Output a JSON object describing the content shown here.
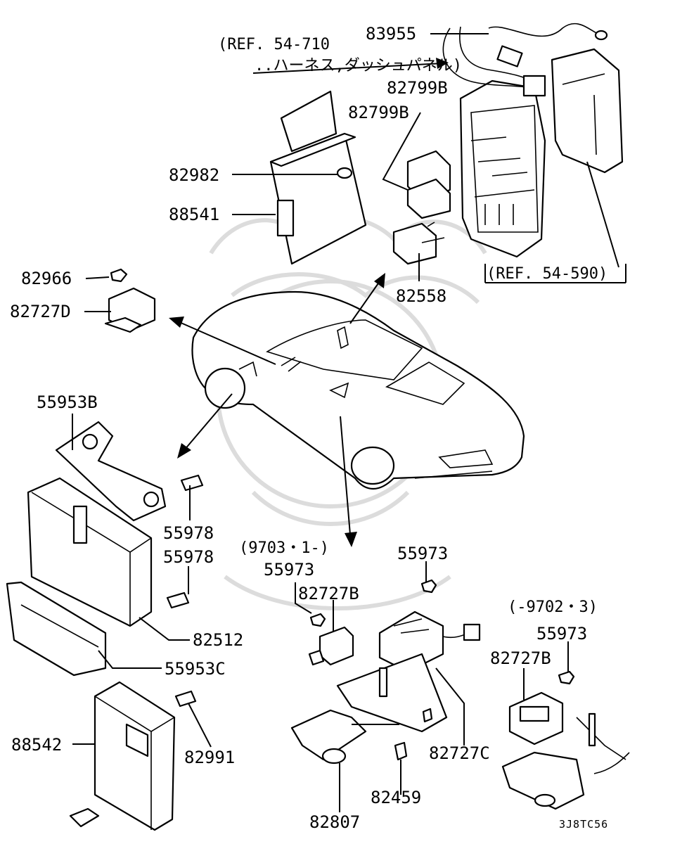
{
  "diagram": {
    "code": "3J8TC56",
    "references": {
      "harness_ref": "(REF. 54-710",
      "harness_ref_sub": "..ハーネス,ダッシュパネル)",
      "junction_ref": "(REF. 54-590)",
      "date_from": "(9703・1-)",
      "date_to": "(-9702・3)"
    },
    "labels": {
      "p83955": "83955",
      "p82799b_1": "82799B",
      "p82799b_2": "82799B",
      "p82982": "82982",
      "p88541": "88541",
      "p82558": "82558",
      "p82966": "82966",
      "p82727d": "82727D",
      "p55953b": "55953B",
      "p55978_1": "55978",
      "p55978_2": "55978",
      "p82512": "82512",
      "p55953c": "55953C",
      "p88542": "88542",
      "p82991": "82991",
      "p55973_1": "55973",
      "p55973_2": "55973",
      "p55973_3": "55973",
      "p82727b_1": "82727B",
      "p82727b_2": "82727B",
      "p82727c": "82727C",
      "p82459": "82459",
      "p82807": "82807"
    }
  }
}
